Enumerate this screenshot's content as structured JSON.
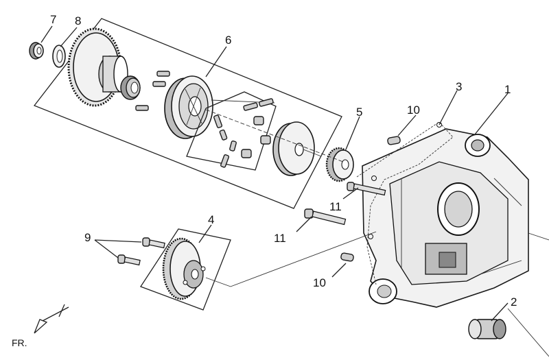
{
  "callouts": {
    "c1": "1",
    "c2": "2",
    "c3": "3",
    "c4": "4",
    "c5": "5",
    "c6": "6",
    "c7": "7",
    "c8": "8",
    "c9": "9",
    "c10a": "10",
    "c10b": "10",
    "c11a": "11",
    "c11b": "11"
  },
  "direction": {
    "label": "FR."
  }
}
